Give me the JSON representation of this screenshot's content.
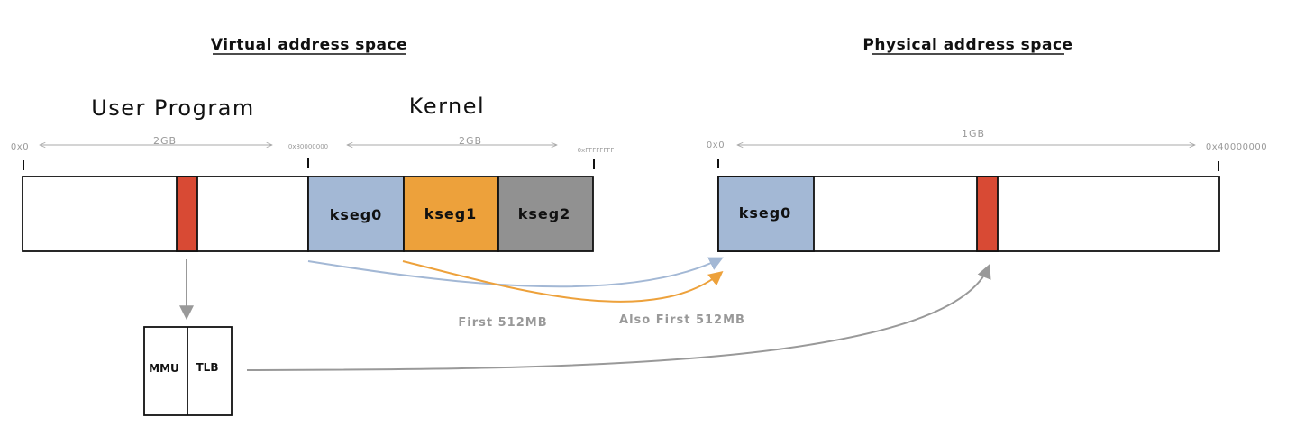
{
  "virtual": {
    "title": "Virtual address space",
    "user_label": "User Program",
    "kernel_label": "Kernel",
    "addr_start": "0x0",
    "user_size": "2GB",
    "addr_kernel_start": "0x80000000",
    "kernel_size": "2GB",
    "addr_end": "0xFFFFFFFF",
    "segments": {
      "kseg0": "kseg0",
      "kseg1": "kseg1",
      "kseg2": "kseg2"
    }
  },
  "physical": {
    "title": "Physical address space",
    "addr_start": "0x0",
    "size": "1GB",
    "addr_end": "0x40000000",
    "segments": {
      "kseg0": "kseg0"
    }
  },
  "translation": {
    "mmu": "MMU",
    "tlb": "TLB"
  },
  "annotations": {
    "kseg0_note": "First 512MB",
    "kseg1_note": "Also First 512MB"
  },
  "colors": {
    "kseg0": "#a3b8d5",
    "kseg1": "#eda13b",
    "kseg2": "#919191",
    "page": "#d84a34",
    "arrow_kseg0": "#a3b8d5",
    "arrow_kseg1": "#eda13b",
    "arrow_tlb": "#999999"
  }
}
